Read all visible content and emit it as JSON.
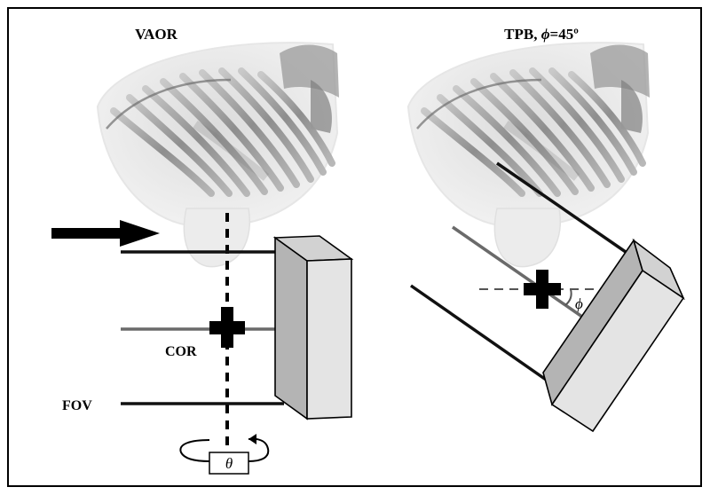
{
  "panels": {
    "left": {
      "title": "VAOR",
      "label_cor": "COR",
      "label_fov": "FOV",
      "rotation_symbol": "θ"
    },
    "right": {
      "title_prefix": "TPB, ",
      "title_symbol": "ϕ",
      "title_suffix": "=45º",
      "angle_symbol": "ϕ",
      "tilt_angle_deg": 45
    }
  },
  "colors": {
    "frame": "#000000",
    "ray_dark": "#111111",
    "ray_gray": "#6a6a6a",
    "detector_front": "#e4e4e4",
    "detector_side": "#b4b4b4",
    "detector_top": "#d2d2d2",
    "anatomy_rib": "#8c8c8c",
    "anatomy_shadow": "#d9d9d9"
  },
  "icons": [
    "incident-arrow-icon",
    "rotation-arrow-icon",
    "center-of-rotation-cross-icon"
  ]
}
